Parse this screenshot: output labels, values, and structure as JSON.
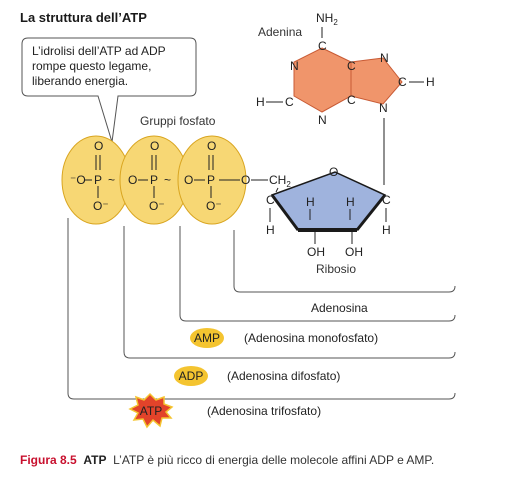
{
  "title": "La struttura dell’ATP",
  "callout": {
    "line1": "L’idrolisi dell’ATP ad ADP",
    "line2": "rompe questo legame,",
    "line3": "liberando energia."
  },
  "labels": {
    "gruppi_fosfato": "Gruppi fosfato",
    "adenina": "Adenina",
    "ribosio": "Ribosio",
    "adenosina": "Adenosina"
  },
  "phosphates": {
    "P": "P",
    "O": "O",
    "O_minus_left": "⁻O",
    "O_minus_sub": "O⁻"
  },
  "adenine_atoms": {
    "NH2": "NH",
    "NH2_sub": "2",
    "C": "C",
    "N": "N",
    "H": "H"
  },
  "ribose_atoms": {
    "CH2": "CH",
    "CH2_sub": "2",
    "O": "O",
    "C": "C",
    "H": "H",
    "OH": "OH"
  },
  "brackets": [
    {
      "badge": "",
      "text": "Adenosina"
    },
    {
      "badge": "AMP",
      "text": "(Adenosina monofosfato)"
    },
    {
      "badge": "ADP",
      "text": "(Adenosina difosfato)"
    },
    {
      "badge": "ATP",
      "text": "(Adenosina trifosfato)"
    }
  ],
  "caption": {
    "figure": "Figura 8.5",
    "title": "ATP",
    "text": "L’ATP è più ricco di energia delle molecole affini ADP e AMP."
  },
  "colors": {
    "phosphate_fill": "#f7d774",
    "phosphate_stroke": "#d9a520",
    "adenine_fill": "#f0956b",
    "adenine_stroke": "#c85a34",
    "ribose_fill": "#9fb3dd",
    "ribose_stroke": "#1a1a1a",
    "badge_fill": "#f4c430",
    "burst_fill": "#e2432a",
    "caption_red": "#c8102e"
  }
}
